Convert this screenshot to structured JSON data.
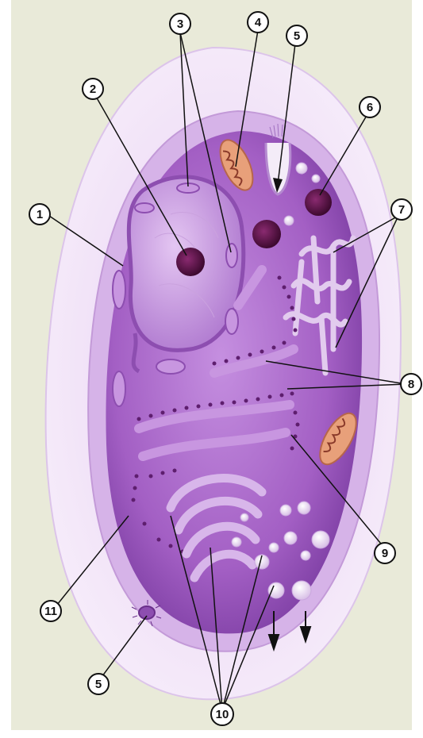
{
  "diagram": {
    "callouts": [
      {
        "id": "c1",
        "label": "1"
      },
      {
        "id": "c2",
        "label": "2"
      },
      {
        "id": "c3",
        "label": "3"
      },
      {
        "id": "c4",
        "label": "4"
      },
      {
        "id": "c5a",
        "label": "5"
      },
      {
        "id": "c6",
        "label": "6"
      },
      {
        "id": "c7",
        "label": "7"
      },
      {
        "id": "c8",
        "label": "8"
      },
      {
        "id": "c9",
        "label": "9"
      },
      {
        "id": "c10",
        "label": "10"
      },
      {
        "id": "c11",
        "label": "11"
      },
      {
        "id": "c5b",
        "label": "5"
      }
    ],
    "colors": {
      "background": "#e9ead9",
      "outer_matrix": "#f1e3f7",
      "membrane": "#d6b3e8",
      "cytoplasm": "#a35fc4",
      "nucleus": "#c08ad8",
      "nucleolus": "#5a1048",
      "organelle": "#c896e0",
      "mitochondrion": "#e8a07a",
      "ribosome": "#5e1e6e",
      "vesicle": "#f4ecf8",
      "line": "#111111"
    }
  }
}
